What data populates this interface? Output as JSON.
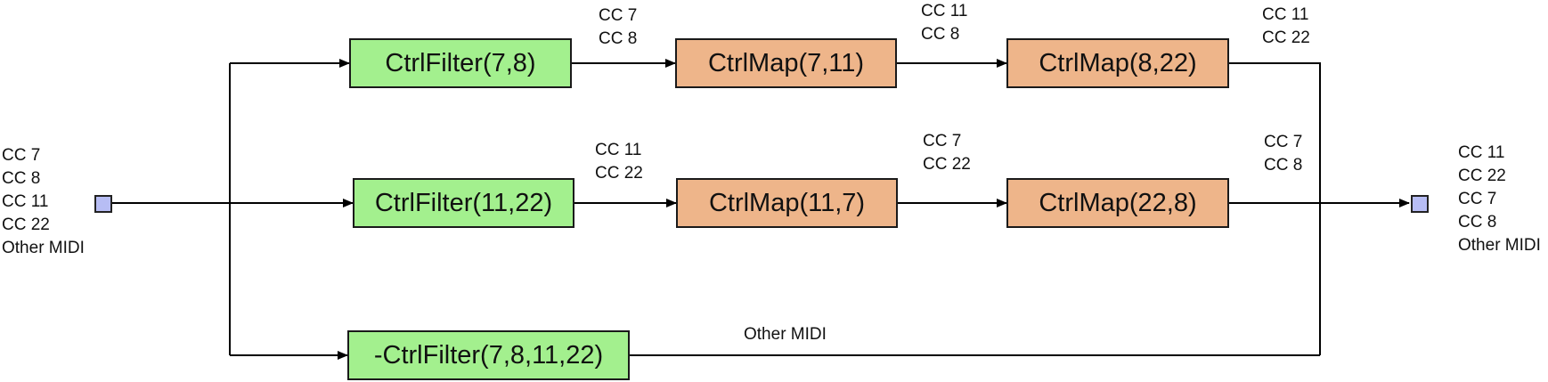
{
  "nodes": {
    "filter_a": "CtrlFilter(7,8)",
    "map_7_11": "CtrlMap(7,11)",
    "map_8_22": "CtrlMap(8,22)",
    "filter_b": "CtrlFilter(11,22)",
    "map_11_7": "CtrlMap(11,7)",
    "map_22_8": "CtrlMap(22,8)",
    "filter_c": "-CtrlFilter(7,8,11,22)"
  },
  "labels": {
    "input": [
      "CC 7",
      "CC 8",
      "CC 11",
      "CC 22",
      "Other MIDI"
    ],
    "after_filter_a": [
      "CC 7",
      "CC 8"
    ],
    "after_map_7_11": [
      "CC 11",
      "CC 8"
    ],
    "after_map_8_22": [
      "CC 11",
      "CC 22"
    ],
    "after_filter_b": [
      "CC 11",
      "CC 22"
    ],
    "after_map_11_7": [
      "CC 7",
      "CC 22"
    ],
    "after_map_22_8": [
      "CC 7",
      "CC 8"
    ],
    "after_filter_c": "Other MIDI",
    "output": [
      "CC 11",
      "CC 22",
      "CC 7",
      "CC 8",
      "Other MIDI"
    ]
  },
  "colors": {
    "filter": "#a3f08e",
    "map": "#eeb58a",
    "port": "#b7bdf4",
    "wire": "#000000"
  }
}
